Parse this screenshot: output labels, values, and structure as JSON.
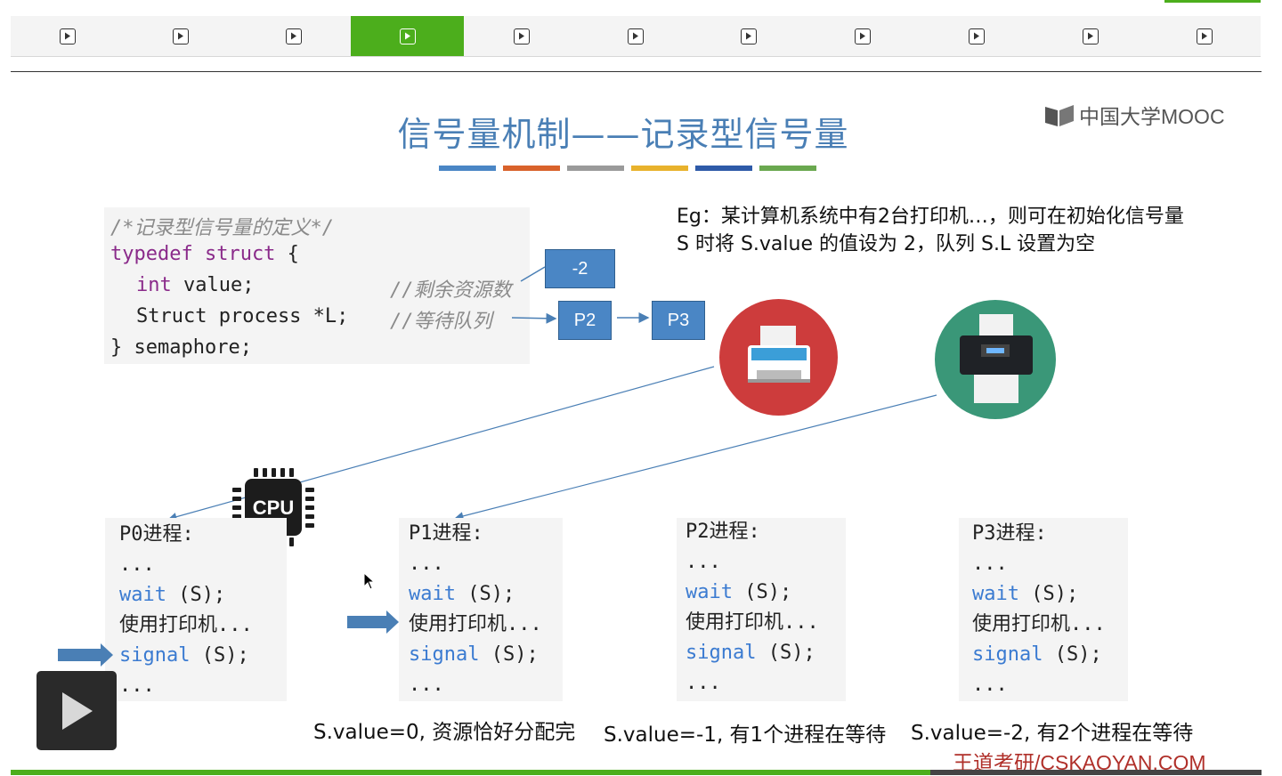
{
  "topbar": {
    "tabs": [
      {
        "icon": "play-icon"
      },
      {
        "icon": "play-icon"
      },
      {
        "icon": "play-icon"
      },
      {
        "icon": "play-icon",
        "active": true
      },
      {
        "icon": "play-icon"
      },
      {
        "icon": "play-icon"
      },
      {
        "icon": "play-icon"
      },
      {
        "icon": "play-icon"
      },
      {
        "icon": "play-icon"
      },
      {
        "icon": "play-icon"
      },
      {
        "icon": "play-icon"
      }
    ],
    "active_color": "#4cae1c"
  },
  "slide": {
    "title": "信号量机制——记录型信号量",
    "title_color": "#4a7fb5",
    "stripe_colors": [
      "#4a86c5",
      "#d9622b",
      "#9a9a9a",
      "#e8b22c",
      "#2e5aa8",
      "#6aa84f"
    ],
    "logo_text": "中国大学MOOC",
    "code": {
      "line1": "/*记录型信号量的定义*/",
      "line2_kw": "typedef struct",
      "line2_rest": " {",
      "line3_kw": "int",
      "line3_rest": " value;",
      "line3_comment": "//剩余资源数",
      "line4": "Struct process *L;",
      "line4_comment": "//等待队列",
      "line5": "} semaphore;"
    },
    "value_box": "-2",
    "queue": [
      "P2",
      "P3"
    ],
    "example": "Eg：某计算机系统中有2台打印机…，则可在初始化信号量 S 时将 S.value 的值设为 2，队列 S.L 设置为空",
    "cpu_label": "CPU",
    "processes": [
      {
        "name": "P0进程:",
        "dots1": "...",
        "wait": "wait",
        "wait_arg": " (S);",
        "use": "使用打印机...",
        "signal": "signal",
        "signal_arg": " (S);",
        "dots2": "..."
      },
      {
        "name": "P1进程:",
        "dots1": "...",
        "wait": "wait",
        "wait_arg": " (S);",
        "use": "使用打印机...",
        "signal": "signal",
        "signal_arg": " (S);",
        "dots2": "..."
      },
      {
        "name": "P2进程:",
        "dots1": "...",
        "wait": "wait",
        "wait_arg": " (S);",
        "use": "使用打印机...",
        "signal": "signal",
        "signal_arg": " (S);",
        "dots2": "..."
      },
      {
        "name": "P3进程:",
        "dots1": "...",
        "wait": "wait",
        "wait_arg": " (S);",
        "use": "使用打印机...",
        "signal": "signal",
        "signal_arg": " (S);",
        "dots2": "..."
      }
    ],
    "captions": [
      "S.value=0, 资源恰好分配完",
      "S.value=-1, 有1个进程在等待",
      "S.value=-2, 有2个进程在等待"
    ],
    "watermark": "王道考研/CSKAOYAN.COM"
  },
  "player": {
    "play_icon": "play-icon",
    "progress": 0.735
  }
}
